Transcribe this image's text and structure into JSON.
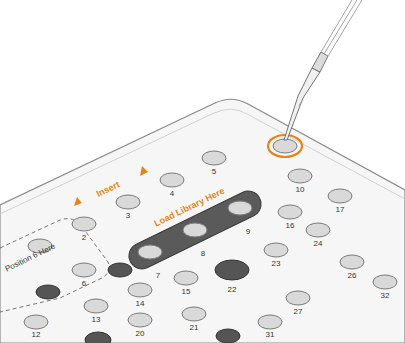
{
  "diagram": {
    "labels": [
      "Insert",
      "Load Library Here",
      "Position 6 Here",
      "2",
      "3",
      "4",
      "5",
      "6",
      "7",
      "8",
      "9",
      "10",
      "12",
      "13",
      "14",
      "15",
      "16",
      "17",
      "20",
      "21",
      "22",
      "23",
      "24",
      "26",
      "27",
      "31",
      "32"
    ]
  }
}
